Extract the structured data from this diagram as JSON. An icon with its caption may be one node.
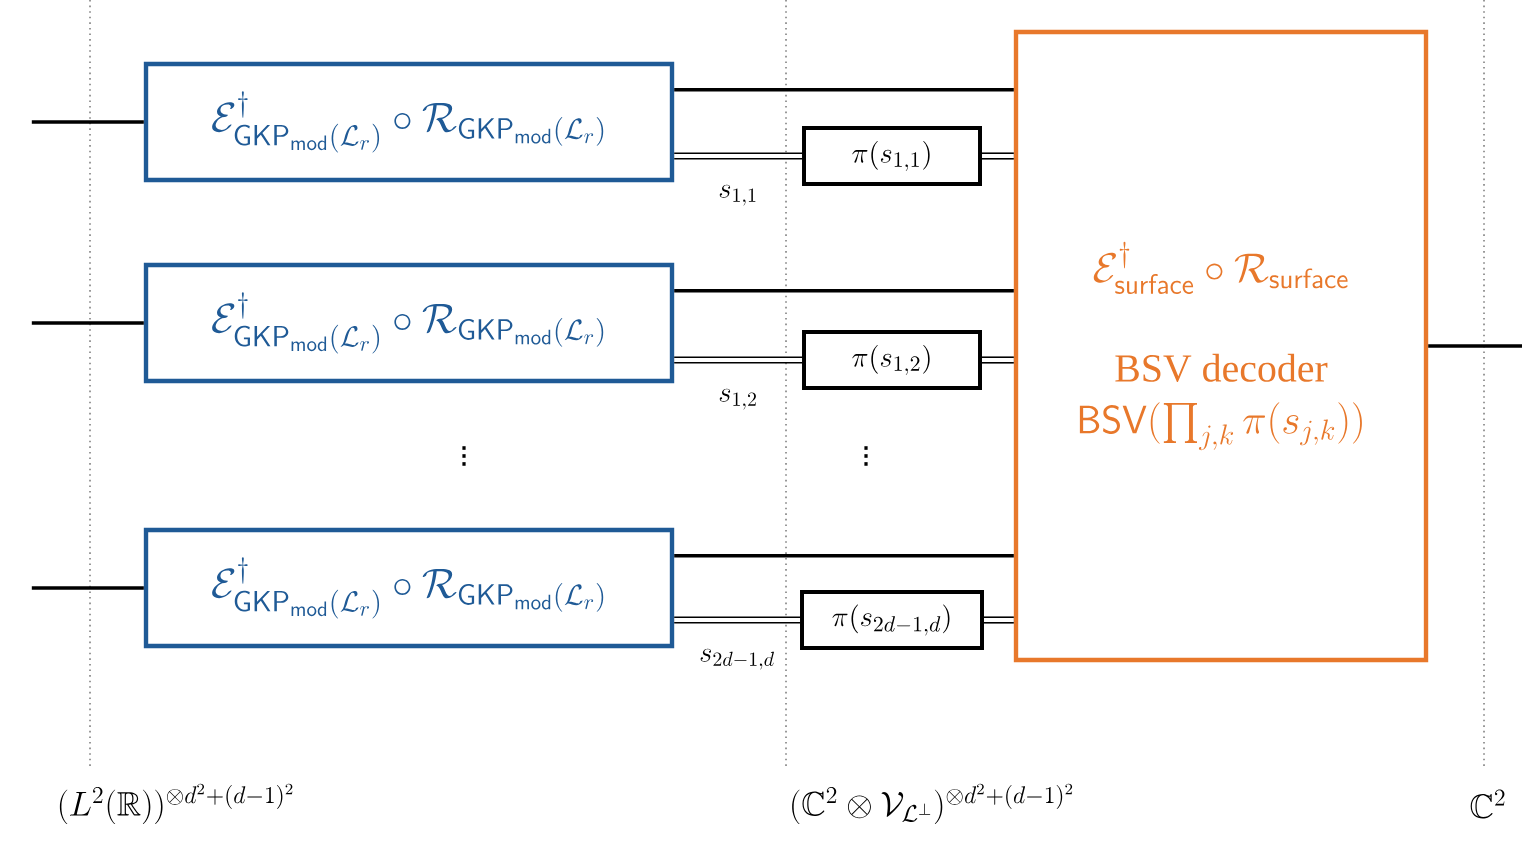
{
  "diagram": {
    "nodes": [
      {
        "text": [
          "\\mathcal{E}^\\dagger_{\\mathsf{GKP}_{\\mathsf{mod}}(\\mathcal{L}_r)}\\circ\\mathcal{R}_{\\mathsf{GKP}_{\\mathsf{mod}}(\\mathcal{L}_r)}"
        ]
      },
      {
        "text": [
          "\\mathcal{E}^\\dagger_{\\mathsf{GKP}_{\\mathsf{mod}}(\\mathcal{L}_r)}\\circ\\mathcal{R}_{\\mathsf{GKP}_{\\mathsf{mod}}(\\mathcal{L}_r)}"
        ]
      },
      {
        "text": [
          "\\mathcal{E}^\\dagger_{\\mathsf{GKP}_{\\mathsf{mod}}(\\mathcal{L}_r)}\\circ\\mathcal{R}_{\\mathsf{GKP}_{\\mathsf{mod}}(\\mathcal{L}_r)}"
        ]
      },
      {
        "text": [
          "\\pi(s_{1,1})"
        ]
      },
      {
        "text": [
          "\\pi(s_{1,2})"
        ]
      },
      {
        "text": [
          "\\pi(s_{2d-1,d})"
        ]
      },
      {
        "text": [
          "\\mathcal{E}^\\dagger_{\\mathsf{surface}}\\circ\\mathcal{R}_{\\mathsf{surface}}",
          "BSV decoder",
          "\\mathsf{BSV}(\\prod_{j,k}\\pi(s_{j,k}))"
        ]
      }
    ],
    "edges": [
      {
        "from": null,
        "to": 0,
        "arrow": "none"
      },
      {
        "from": 0,
        "to": 3,
        "arrow": "none",
        "style": "thick",
        "label": "s_{1,1}"
      },
      {
        "from": 0,
        "to": 6,
        "arrow": "none"
      },
      {
        "from": 3,
        "to": 6,
        "arrow": "none",
        "style": "thick"
      },
      {
        "from": null,
        "to": 1,
        "arrow": "none"
      },
      {
        "from": 1,
        "to": 4,
        "arrow": "none",
        "style": "thick",
        "label": "s_{1,2}"
      },
      {
        "from": 1,
        "to": 6,
        "arrow": "none"
      },
      {
        "from": 4,
        "to": 6,
        "arrow": "none",
        "style": "thick"
      },
      {
        "from": null,
        "to": 2,
        "arrow": "none"
      },
      {
        "from": 2,
        "to": 5,
        "arrow": "none",
        "style": "thick",
        "label": "s_{2d-1,d}"
      },
      {
        "from": 2,
        "to": 6,
        "arrow": "none"
      },
      {
        "from": 5,
        "to": 6,
        "arrow": "none",
        "style": "thick"
      },
      {
        "from": 6,
        "to": null,
        "arrow": "none"
      }
    ],
    "labels": [
      "\\vdots",
      "\\vdots",
      "(L^2(\\mathbb{R}))^{\\otimes d^2+(d-1)^2}",
      "(\\mathbb{C}^2\\otimes\\mathcal{V}_{\\mathcal{L}^\\perp})^{\\otimes d^2+(d-1)^2}",
      "\\mathbb{C}^2"
    ]
  }
}
